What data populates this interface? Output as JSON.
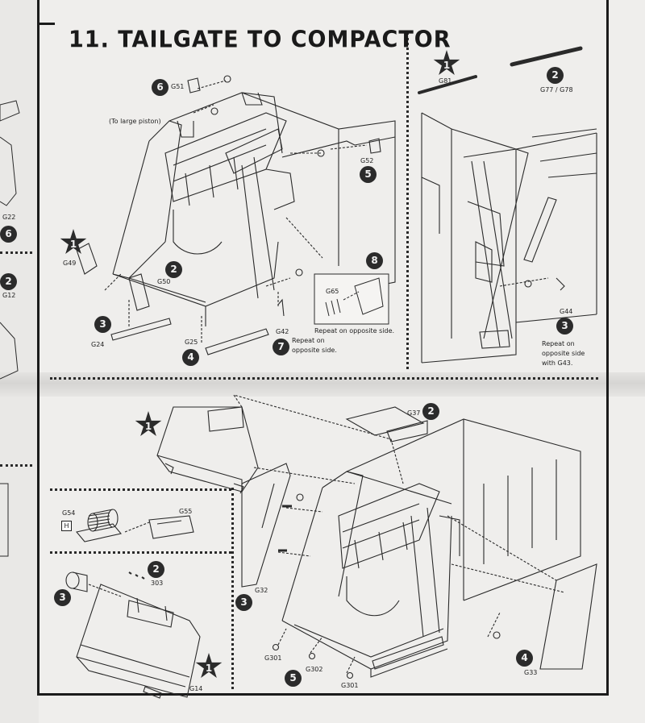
{
  "title": "11. TAILGATE TO COMPACTOR",
  "notes": {
    "to_large_piston": "(To large piston)",
    "repeat_opposite_side_short": "Repeat on opposite side.",
    "repeat_opposite_side_1": "Repeat on",
    "repeat_opposite_side_2": "opposite side.",
    "repeat_with_1": "Repeat on",
    "repeat_with_2": "opposite side",
    "repeat_with_3": "with G43."
  },
  "top_left_panel": {
    "steps": [
      "1",
      "2",
      "3",
      "4",
      "5",
      "6",
      "7",
      "8"
    ],
    "parts": {
      "g51": "G51",
      "g52": "G52",
      "g49": "G49",
      "g50": "G50",
      "g24": "G24",
      "g25": "G25",
      "g42": "G42",
      "g65": "G65"
    }
  },
  "top_right_panel": {
    "steps": [
      "1",
      "2",
      "3"
    ],
    "parts": {
      "g81": "G81",
      "g77_g78": "G77 / G78",
      "g44": "G44"
    }
  },
  "bottom_panel": {
    "steps": [
      "1",
      "2",
      "3",
      "4",
      "5"
    ],
    "parts": {
      "g37": "G37",
      "g32": "G32",
      "g33": "G33",
      "g301_a": "G301",
      "g302": "G302",
      "g301_b": "G301"
    }
  },
  "bottom_left_panel": {
    "steps": [
      "1",
      "2",
      "3"
    ],
    "parts": {
      "g54": "G54",
      "g55": "G55",
      "h": "H",
      "p303": "303",
      "g14": "G14"
    }
  },
  "left_edge": {
    "steps": [
      "6",
      "2"
    ],
    "parts": {
      "g22": "G22",
      "g12": "G12"
    }
  }
}
